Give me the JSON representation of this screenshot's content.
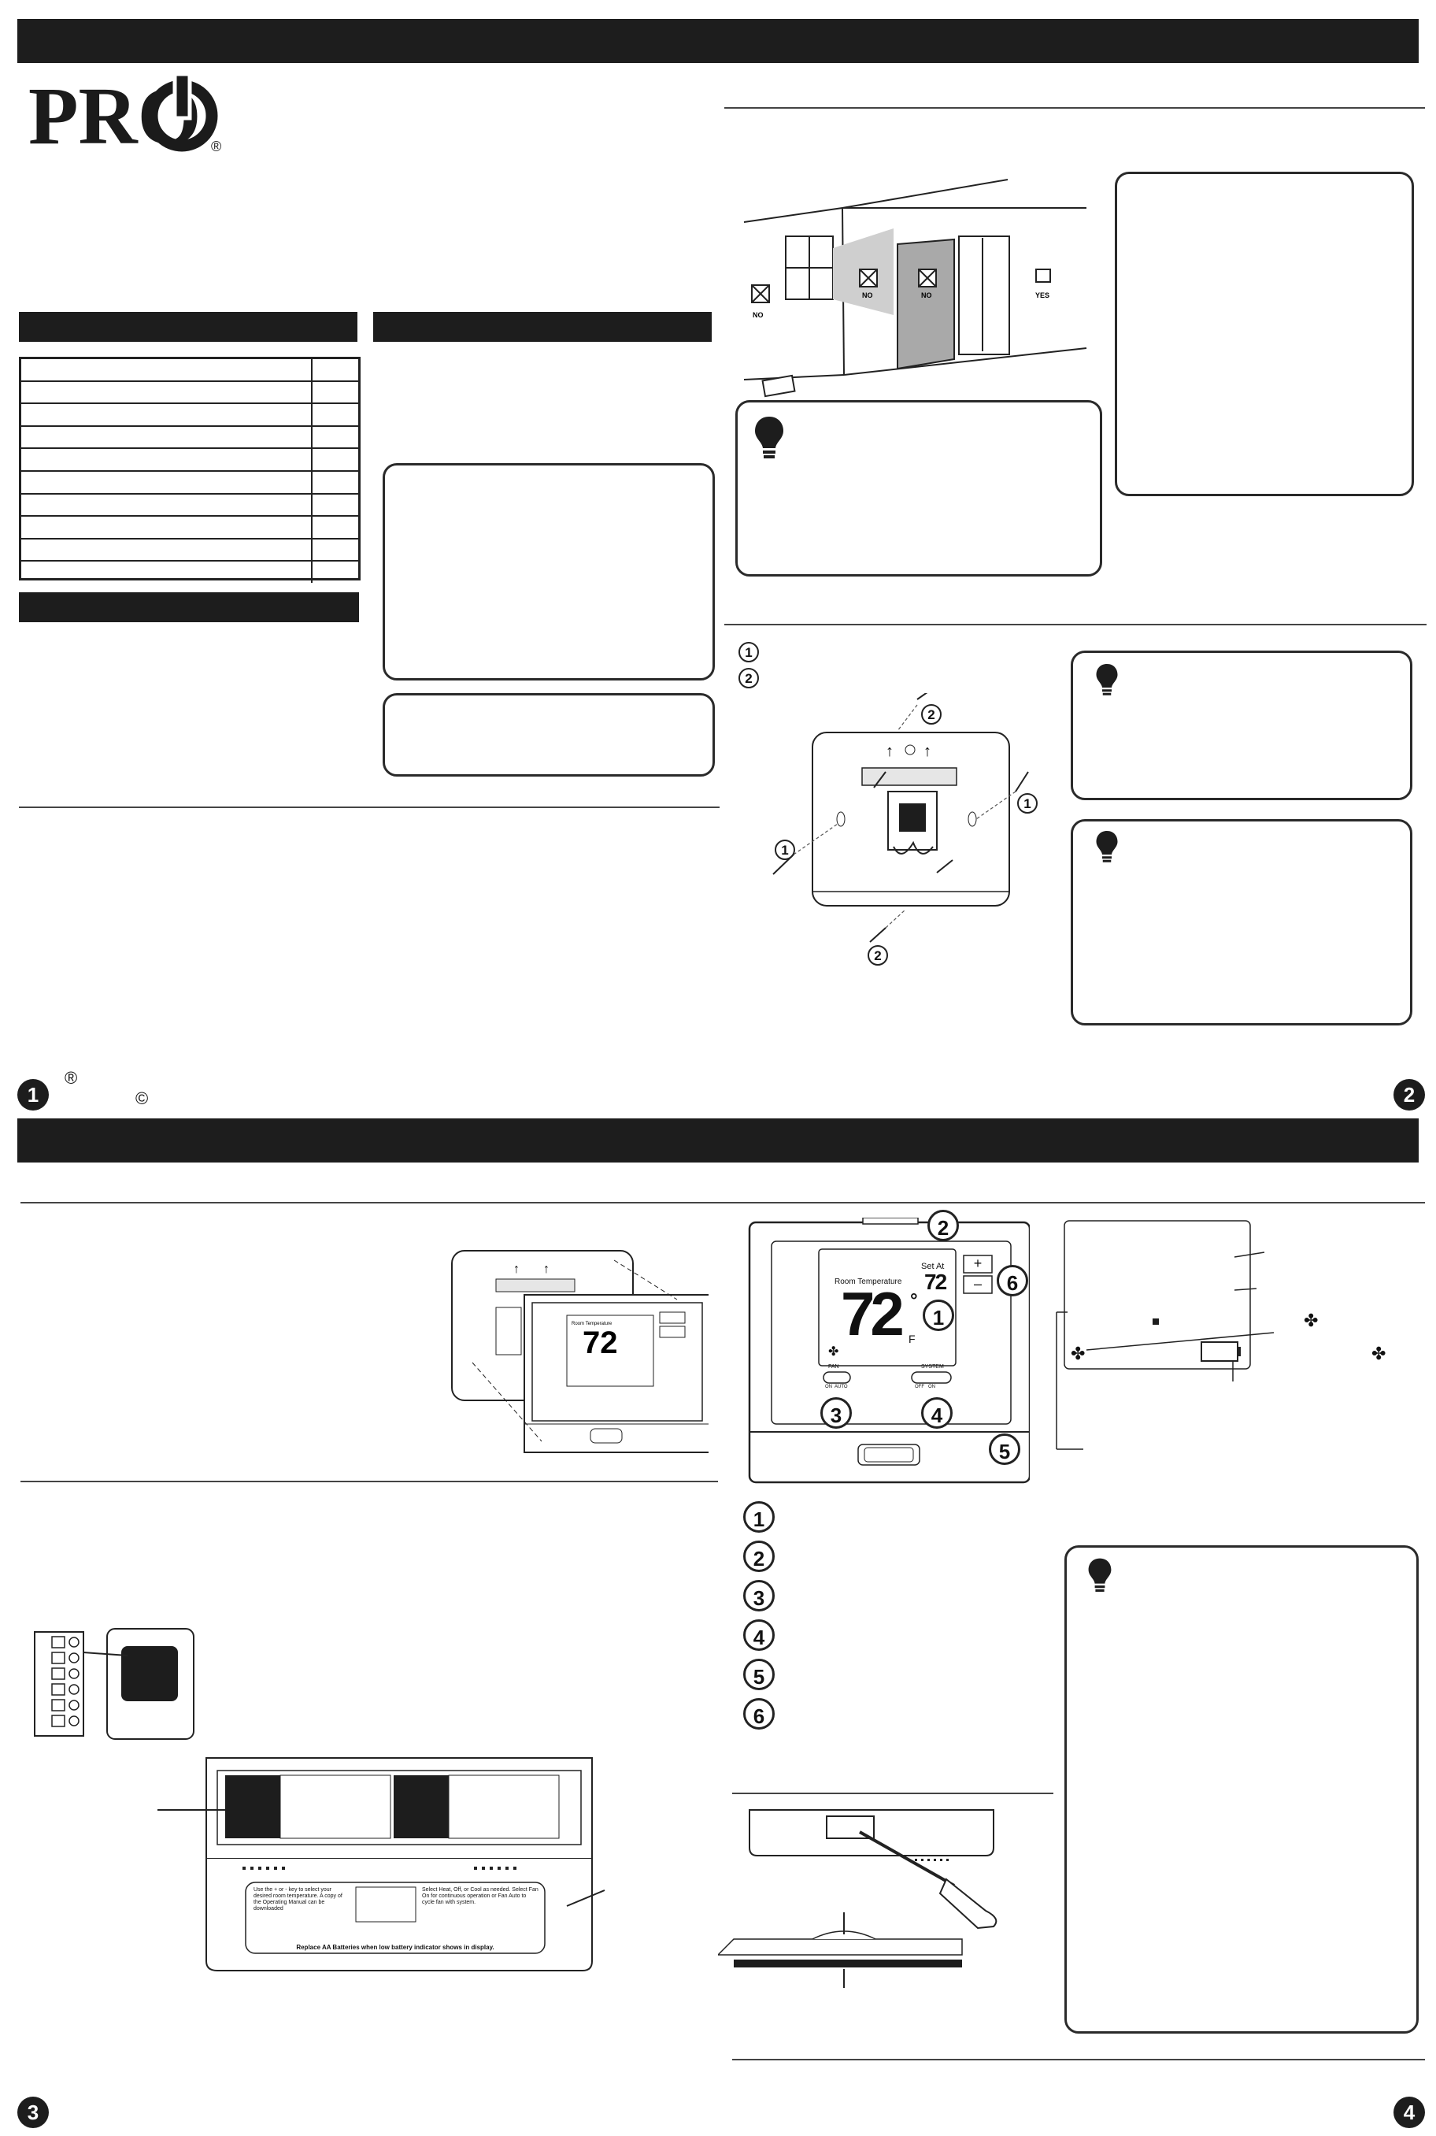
{
  "brand": {
    "logo_text": "PRO",
    "registered_mark": "®"
  },
  "page1": {
    "number": "1",
    "registered_mark": "®",
    "copyright_mark": "©"
  },
  "page2": {
    "number": "2",
    "location_labels": [
      "NO",
      "NO",
      "NO",
      "YES"
    ],
    "mount_steps": [
      "1",
      "2"
    ]
  },
  "page3": {
    "number": "3"
  },
  "page4": {
    "number": "4",
    "callouts": [
      "1",
      "2",
      "3",
      "4",
      "5",
      "6"
    ],
    "display": {
      "room_temp_label": "Room Temperature",
      "set_at_label": "Set At",
      "temperature": "72",
      "set_point": "72",
      "degree_unit": "F",
      "plus": "+",
      "minus": "–",
      "fan_label": "FAN",
      "fan_options": "ON  AUTO",
      "system_label": "SYSTEM",
      "system_options": "OFF   ON"
    },
    "legend_numbers": [
      "1",
      "2",
      "3",
      "4",
      "5",
      "6"
    ]
  },
  "battery_panel": {
    "instruction_left": "Use the + or - key to select your desired room temperature. A copy of the Operating Manual can be downloaded",
    "instruction_right": "Select Heat, Off, or Cool as needed. Select Fan On for continuous operation or Fan Auto to cycle fan with system.",
    "replace_notice": "Replace AA Batteries when low battery indicator shows in display."
  },
  "colors": {
    "bar": "#1d1d1d",
    "line": "#444444"
  }
}
